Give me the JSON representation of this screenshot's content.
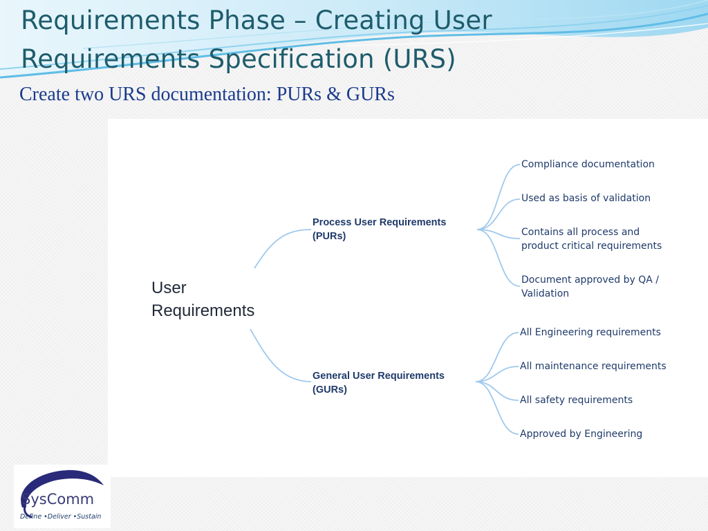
{
  "slide": {
    "title_line1": "Requirements Phase – Creating User",
    "title_line2": "Requirements Specification (URS)",
    "subtitle": "Create two URS documentation: PURs & GURs"
  },
  "diagram": {
    "root": {
      "line1": "User",
      "line2": "Requirements"
    },
    "branches": [
      {
        "line1": "Process User Requirements",
        "line2": "(PURs)",
        "leaves": [
          {
            "line1": "Compliance documentation",
            "line2": ""
          },
          {
            "line1": "Used as basis of validation",
            "line2": ""
          },
          {
            "line1": "Contains all process and",
            "line2": "product critical requirements"
          },
          {
            "line1": "Document approved by QA /",
            "line2": "Validation"
          }
        ]
      },
      {
        "line1": "General User Requirements",
        "line2": "(GURs)",
        "leaves": [
          {
            "line1": "All Engineering requirements",
            "line2": ""
          },
          {
            "line1": "All maintenance requirements",
            "line2": ""
          },
          {
            "line1": "All safety requirements",
            "line2": ""
          },
          {
            "line1": "Approved by Engineering",
            "line2": ""
          }
        ]
      }
    ],
    "connector_color": "#9fc9ec"
  },
  "logo": {
    "name": "SysComm",
    "tagline": "Define •Deliver •Sustain",
    "colors": {
      "arc": "#2a2a7a",
      "text": "#3a3a7a"
    }
  },
  "theme": {
    "title_color": "#1e5c6c",
    "subtitle_color": "#1a3a8c",
    "wave_color": "#6cc4e8"
  }
}
